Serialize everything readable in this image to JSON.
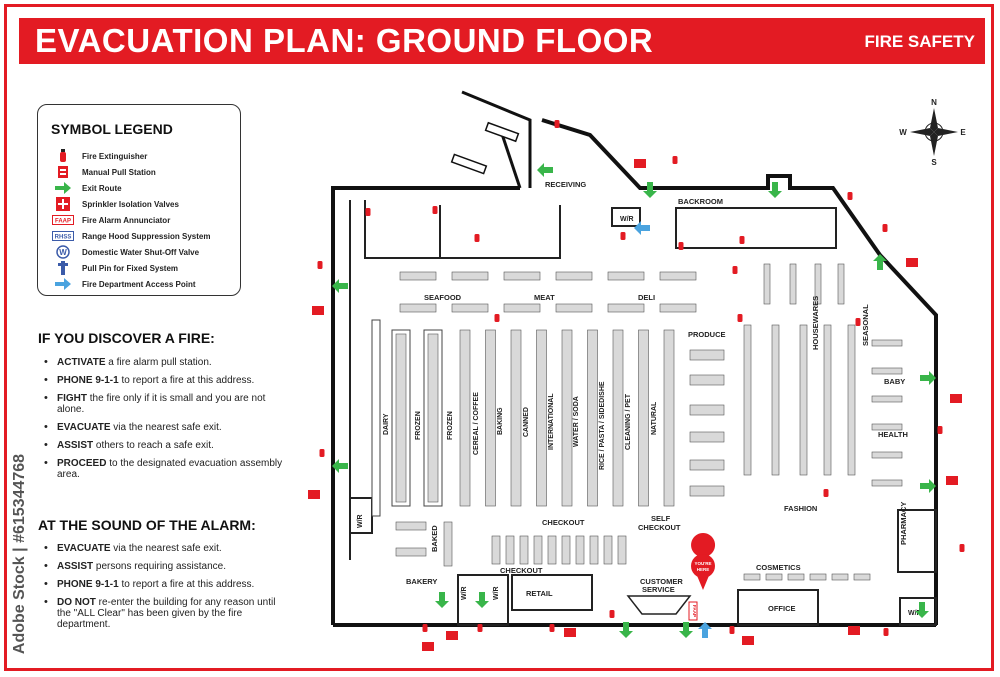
{
  "header": {
    "title": "EVACUATION PLAN: GROUND FLOOR",
    "subtitle": "FIRE SAFETY"
  },
  "legend": {
    "title": "SYMBOL LEGEND",
    "items": [
      {
        "icon": "fire-extinguisher-icon",
        "label": "Fire Extinguisher",
        "color": "#e31b23"
      },
      {
        "icon": "manual-pull-station-icon",
        "label": "Manual Pull Station",
        "color": "#e31b23"
      },
      {
        "icon": "exit-route-arrow-icon",
        "label": "Exit Route",
        "color": "#39b54a"
      },
      {
        "icon": "sprinkler-isolation-valve-icon",
        "label": "Sprinkler Isolation Valves",
        "color": "#e31b23"
      },
      {
        "icon": "faap-icon",
        "label": "Fire Alarm Annunciator",
        "symbol_text": "FAAP"
      },
      {
        "icon": "rhss-icon",
        "label": "Range Hood Suppression System",
        "symbol_text": "RHSS"
      },
      {
        "icon": "water-valve-icon",
        "label": "Domestic Water Shut-Off Valve",
        "symbol_text": "W"
      },
      {
        "icon": "pull-pin-icon",
        "label": "Pull Pin for Fixed System",
        "color": "#3b5ba9"
      },
      {
        "icon": "fire-dept-arrow-icon",
        "label": "Fire Department Access Point",
        "color": "#4aa3df"
      }
    ]
  },
  "discover": {
    "heading": "IF YOU DISCOVER A FIRE:",
    "items": [
      {
        "bold": "ACTIVATE",
        "text": " a fire alarm pull station."
      },
      {
        "bold": "PHONE 9-1-1",
        "text": " to report a fire at this address."
      },
      {
        "bold": "FIGHT",
        "text": " the fire only if it is small and you are not alone."
      },
      {
        "bold": "EVACUATE",
        "text": " via the nearest safe exit."
      },
      {
        "bold": "ASSIST",
        "text": " others to reach a safe exit."
      },
      {
        "bold": "PROCEED",
        "text": " to the designated evacuation assembly area."
      }
    ]
  },
  "alarm": {
    "heading": "AT THE SOUND OF THE ALARM:",
    "items": [
      {
        "bold": "EVACUATE",
        "text": " via the nearest safe exit."
      },
      {
        "bold": "ASSIST",
        "text": " persons requiring assistance."
      },
      {
        "bold": "PHONE 9-1-1",
        "text": " to report a fire at this address."
      },
      {
        "bold": "DO NOT",
        "text": " re-enter the building for any reason until the \"ALL Clear\" has been given by the fire department."
      }
    ]
  },
  "watermark": "Adobe Stock | #615344768",
  "compass": {
    "n": "N",
    "s": "S",
    "e": "E",
    "w": "W"
  },
  "plan": {
    "areas": {
      "receiving": "RECEIVING",
      "backroom": "BACKROOM",
      "wr": "W/R",
      "seafood": "SEAFOOD",
      "meat": "MEAT",
      "deli": "DELI",
      "produce": "PRODUCE",
      "housewares": "HOUSEWARES",
      "seasonal": "SEASONAL",
      "baby": "BABY",
      "health": "HEALTH",
      "fashion": "FASHION",
      "pharmacy": "PHARMACY",
      "cosmetics": "COSMETICS",
      "office": "OFFICE",
      "checkout": "CHECKOUT",
      "self_checkout_1": "SELF",
      "self_checkout_2": "CHECKOUT",
      "baked": "BAKED",
      "bakery": "BAKERY",
      "retail": "RETAIL",
      "customer_service_1": "CUSTOMER",
      "customer_service_2": "SERVICE",
      "you_are_here_1": "YOU'RE",
      "you_are_here_2": "HERE",
      "faap": "FAAP"
    },
    "aisles": [
      "DAIRY",
      "FROZEN",
      "FROZEN",
      "CEREAL / COFFEE",
      "BAKING",
      "CANNED",
      "INTERNATIONAL",
      "WATER / SODA",
      "RICE / PASTA / SIDEDISHE",
      "CLEANING / PET",
      "NATURAL"
    ]
  }
}
